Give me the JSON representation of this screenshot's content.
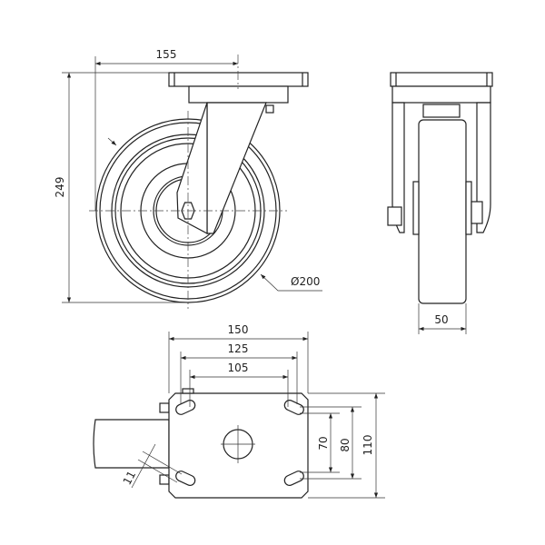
{
  "drawing": {
    "front_view": {
      "width_offset": "155",
      "height": "249",
      "wheel_diameter": "Ø200"
    },
    "side_view": {
      "wheel_width": "50"
    },
    "bottom_view": {
      "plate_width": "150",
      "hole_spacing_outer": "125",
      "hole_spacing_inner": "105",
      "plate_depth": "110",
      "hole_spacing_outer_depth": "80",
      "hole_spacing_inner_depth": "70",
      "slot_width": "11"
    }
  }
}
